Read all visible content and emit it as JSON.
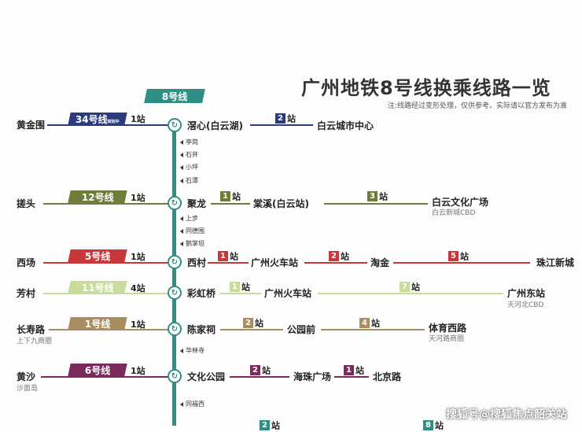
{
  "title": "广州地铁8号线换乘线路一览",
  "note": "注:线路经过变形处理，仅供参考。实际请以官方发布为准",
  "main_line": {
    "label": "8号线",
    "color": "#2f8f84"
  },
  "rows": [
    {
      "id": "r1",
      "side": "黄金围",
      "line": "34号线",
      "line_sub": "规划中",
      "color": "#2b3b7e",
      "count": "1站",
      "hub": "滘心(白云湖)",
      "segments": [
        {
          "n": "2",
          "suffix": "站",
          "to": "白云城市中心",
          "to_sub": ""
        }
      ]
    },
    {
      "id": "r2",
      "side": "搓头",
      "line": "12号线",
      "line_sub": "",
      "color": "#6e7d3a",
      "count": "1站",
      "hub": "聚龙",
      "segments": [
        {
          "n": "1",
          "suffix": "站",
          "to": "棠溪(白云站)",
          "to_sub": ""
        },
        {
          "n": "3",
          "suffix": "站",
          "to": "白云文化广场",
          "to_sub": "白云新城CBD"
        }
      ]
    },
    {
      "id": "r3",
      "side": "西场",
      "line": "5号线",
      "line_sub": "",
      "color": "#c8373a",
      "count": "1站",
      "hub": "西村",
      "segments": [
        {
          "n": "1",
          "suffix": "站",
          "to": "广州火车站",
          "to_sub": ""
        },
        {
          "n": "2",
          "suffix": "站",
          "to": "淘金",
          "to_sub": ""
        },
        {
          "n": "5",
          "suffix": "站",
          "to": "珠江新城",
          "to_sub": ""
        }
      ]
    },
    {
      "id": "r4",
      "side": "芳村",
      "line": "11号线",
      "line_sub": "",
      "color": "#c8dc9b",
      "count": "4站",
      "hub": "彩虹桥",
      "segments": [
        {
          "n": "1",
          "suffix": "站",
          "to": "广州火车站",
          "to_sub": ""
        },
        {
          "n": "7",
          "suffix": "站",
          "to": "广州东站",
          "to_sub": "天河北CBD"
        }
      ]
    },
    {
      "id": "r5",
      "side": "长寿路",
      "side_sub": "上下九商圈",
      "line": "1号线",
      "line_sub": "",
      "color": "#a98c5f",
      "count": "1站",
      "hub": "陈家祠",
      "segments": [
        {
          "n": "2",
          "suffix": "站",
          "to": "公园前",
          "to_sub": ""
        },
        {
          "n": "4",
          "suffix": "站",
          "to": "体育西路",
          "to_sub": "天河路商圈"
        }
      ]
    },
    {
      "id": "r6",
      "side": "黄沙",
      "side_sub": "沙面岛",
      "line": "6号线",
      "line_sub": "",
      "color": "#7c2a5c",
      "count": "1站",
      "hub": "文化公园",
      "segments": [
        {
          "n": "2",
          "suffix": "站",
          "to": "海珠广场",
          "to_sub": ""
        },
        {
          "n": "1",
          "suffix": "站",
          "to": "北京路",
          "to_sub": ""
        }
      ]
    }
  ],
  "minor_stations": [
    "亭岗",
    "石井",
    "小坪",
    "石潭",
    "上步",
    "同德围",
    "鹅掌坦",
    "华林寺",
    "同福西"
  ],
  "partial": {
    "a": "2站",
    "b": "8站"
  },
  "watermark": "搜狐号@搜狐焦点韶关站",
  "hub_icon": "transfer-icon"
}
